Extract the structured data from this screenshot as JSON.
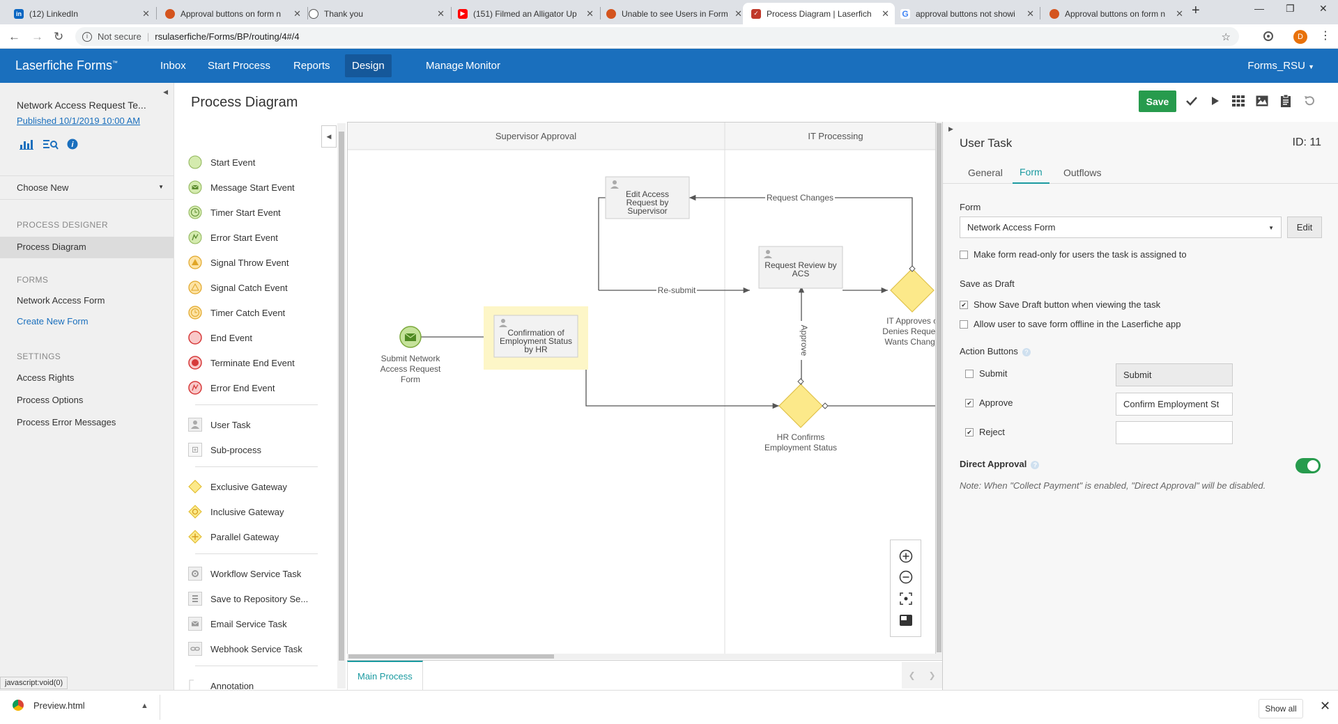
{
  "browser": {
    "tabs": [
      {
        "title": "(12) LinkedIn",
        "icon": "linkedin-icon",
        "color": "#0a66c2"
      },
      {
        "title": "Approval buttons on form n",
        "icon": "laserfiche-icon",
        "color": "#d4541e"
      },
      {
        "title": "Thank you",
        "icon": "globe-icon",
        "color": "#555555"
      },
      {
        "title": "(151) Filmed an Alligator Up",
        "icon": "youtube-icon",
        "color": "#ff0000"
      },
      {
        "title": "Unable to see Users in Form",
        "icon": "laserfiche-icon",
        "color": "#d4541e"
      },
      {
        "title": "Process Diagram | Laserfich",
        "icon": "laserfiche-forms-icon",
        "color": "#c0392b"
      },
      {
        "title": "approval buttons not showi",
        "icon": "google-icon",
        "color": "#4285f4"
      },
      {
        "title": "Approval buttons on form n",
        "icon": "laserfiche-icon",
        "color": "#d4541e"
      }
    ],
    "active_tab": 5,
    "address": {
      "security": "Not secure",
      "url": "rsulaserfiche/Forms/BP/routing/4#/4"
    },
    "profile_initial": "D"
  },
  "app": {
    "brand": "Laserfiche Forms",
    "brand_tm": "™",
    "nav": [
      "Inbox",
      "Start Process",
      "Reports",
      "Design",
      "Manage",
      "Monitor"
    ],
    "active_nav": "Design",
    "user": "Forms_RSU"
  },
  "sidebar": {
    "form_title": "Network Access Request Te...",
    "published": "Published 10/1/2019 10:00 AM",
    "choose_new": "Choose New",
    "sections": {
      "designer": "PROCESS DESIGNER",
      "forms": "FORMS",
      "settings": "SETTINGS"
    },
    "designer_items": [
      "Process Diagram"
    ],
    "forms_items": [
      "Network Access Form",
      "Create New Form"
    ],
    "settings_items": [
      "Access Rights",
      "Process Options",
      "Process Error Messages"
    ],
    "status_url": "javascript:void(0)"
  },
  "main": {
    "title": "Process Diagram",
    "save_label": "Save"
  },
  "palette": {
    "events": [
      "Start Event",
      "Message Start Event",
      "Timer Start Event",
      "Error Start Event",
      "Signal Throw Event",
      "Signal Catch Event",
      "Timer Catch Event",
      "End Event",
      "Terminate End Event",
      "Error End Event"
    ],
    "tasks": [
      "User Task",
      "Sub-process"
    ],
    "gateways": [
      "Exclusive Gateway",
      "Inclusive Gateway",
      "Parallel Gateway"
    ],
    "services": [
      "Workflow Service Task",
      "Save to Repository Se...",
      "Email Service Task",
      "Webhook Service Task"
    ],
    "extra": [
      "Annotation"
    ]
  },
  "diagram": {
    "lanes": [
      "Supervisor Approval",
      "IT Processing"
    ],
    "start_label": [
      "Submit Network",
      "Access Request",
      "Form"
    ],
    "task_hr": [
      "Confirmation of",
      "Employment Status",
      "by HR"
    ],
    "task_edit": [
      "Edit Access",
      "Request by",
      "Supervisor"
    ],
    "task_review": [
      "Request Review by",
      "ACS"
    ],
    "gateway_hr": [
      "HR Confirms",
      "Employment Status"
    ],
    "gateway_it": [
      "IT Approves o",
      "Denies Request",
      "Wants Change"
    ],
    "flow_request_changes": "Request Changes",
    "flow_resubmit": "Re-submit",
    "flow_approve": "Approve",
    "bottom_tab": "Main Process"
  },
  "panel": {
    "title": "User Task",
    "id": "ID: 11",
    "tabs": [
      "General",
      "Form",
      "Outflows"
    ],
    "active_tab": "Form",
    "form_label": "Form",
    "form_value": "Network Access Form",
    "edit_label": "Edit",
    "readonly_label": "Make form read-only for users the task is assigned to",
    "readonly_checked": false,
    "save_draft_heading": "Save as Draft",
    "show_save_draft": "Show Save Draft button when viewing the task",
    "show_save_draft_checked": true,
    "offline": "Allow user to save form offline in the Laserfiche app",
    "offline_checked": false,
    "action_buttons_heading": "Action Buttons",
    "buttons": [
      {
        "name": "Submit",
        "checked": false,
        "value": "Submit",
        "disabled": true
      },
      {
        "name": "Approve",
        "checked": true,
        "value": "Confirm Employment St",
        "disabled": false
      },
      {
        "name": "Reject",
        "checked": true,
        "value": "",
        "disabled": false
      }
    ],
    "direct_approval": "Direct Approval",
    "direct_approval_on": true,
    "note": "Note: When \"Collect Payment\" is enabled, \"Direct Approval\" will be disabled."
  },
  "download": {
    "file": "Preview.html",
    "show_all": "Show all"
  },
  "colors": {
    "header": "#1a6fbd",
    "accent": "#1a9aa0",
    "save": "#279b4d",
    "gateway_fill": "#fce98a",
    "event_green": "#c5e29a"
  }
}
